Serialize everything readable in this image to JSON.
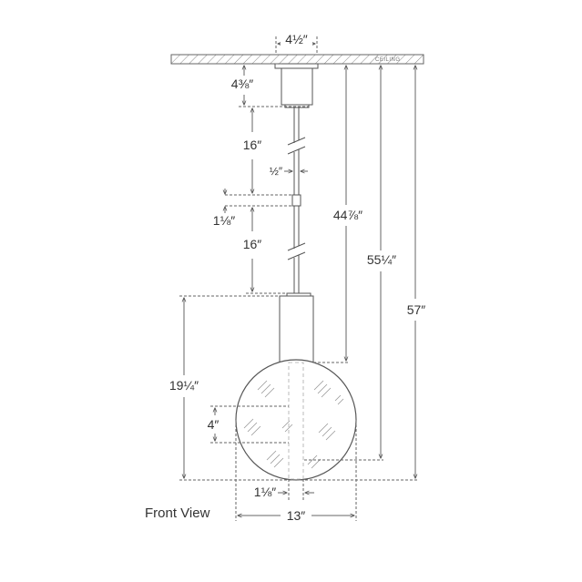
{
  "diagram": {
    "ceiling_label": "CEILING",
    "view_label": "Front View",
    "colors": {
      "line": "#555555",
      "dim": "#666666",
      "text": "#333333"
    },
    "dimensions": {
      "canopy_width": "4½″",
      "canopy_height": "4⅜″",
      "stem_upper": "16″",
      "stem_diameter": "½″",
      "coupler": "1⅛″",
      "stem_lower": "16″",
      "to_socket": "44⅞″",
      "to_globe_bottom": "55¼″",
      "overall": "57″",
      "fixture_height": "19¼″",
      "inner_height": "4″",
      "inner_width": "1⅛″",
      "globe_width": "13″"
    }
  }
}
